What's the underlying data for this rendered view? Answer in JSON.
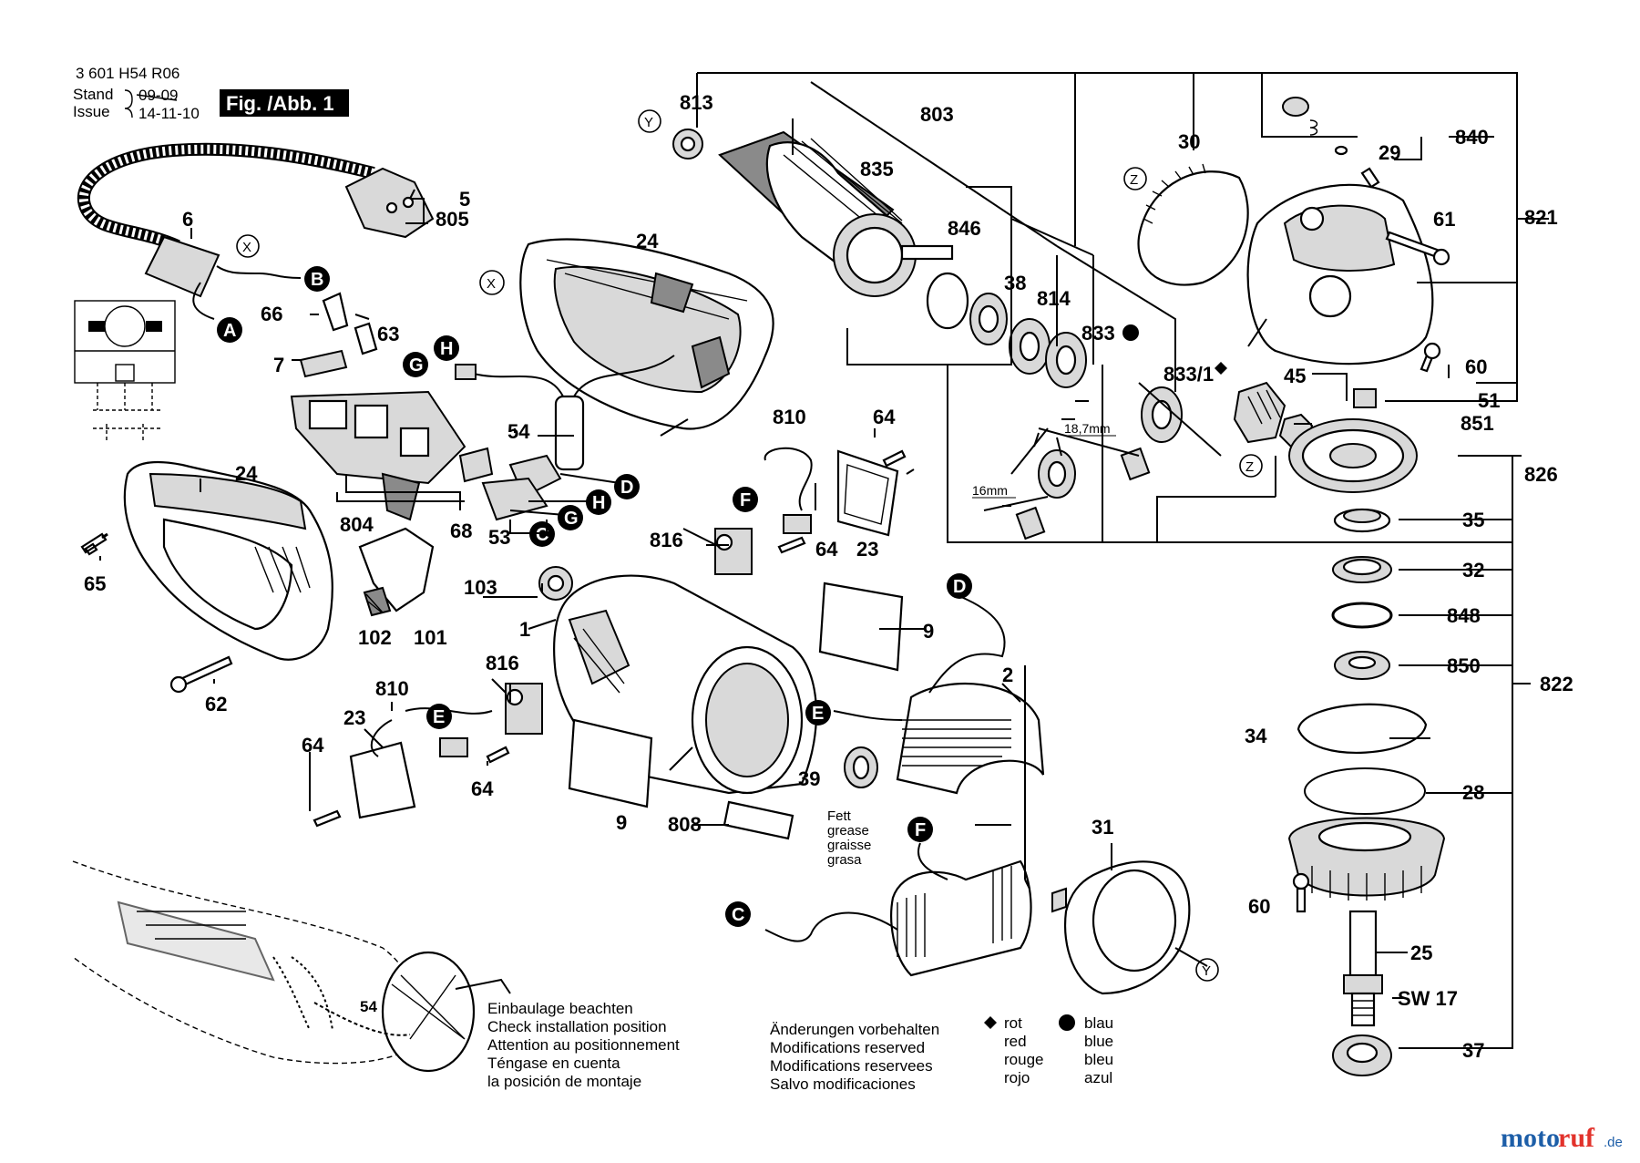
{
  "header": {
    "doc_number": "3 601 H54 R06",
    "stand_label": "Stand",
    "issue_label": "Issue",
    "date_old": "09-09",
    "date_new": "14-11-10",
    "figure_tag": "Fig. /Abb. 1"
  },
  "labels": {
    "p813": "813",
    "p803": "803",
    "p835": "835",
    "p30": "30",
    "p840": "840",
    "p29": "29",
    "p821": "821",
    "p61": "61",
    "p5": "5",
    "p805": "805",
    "p6": "6",
    "p24a": "24",
    "p846": "846",
    "p38": "38",
    "p814": "814",
    "p833": "833",
    "p8331": "833/1",
    "p45": "45",
    "p60a": "60",
    "p51": "51",
    "p851": "851",
    "p826": "826",
    "p66": "66",
    "p63": "63",
    "p7": "7",
    "p54": "54",
    "p810a": "810",
    "p64a": "64",
    "p24b": "24",
    "p804": "804",
    "p68": "68",
    "p53": "53",
    "p65": "65",
    "p816a": "816",
    "p64b": "64",
    "p23a": "23",
    "p103": "103",
    "p102": "102",
    "p101": "101",
    "p1": "1",
    "p9a": "9",
    "p62": "62",
    "p816b": "816",
    "p810b": "810",
    "p23b": "23",
    "p64c": "64",
    "p64d": "64",
    "p2": "2",
    "p39": "39",
    "p9b": "9",
    "p808": "808",
    "p31": "31",
    "p35": "35",
    "p32": "32",
    "p848": "848",
    "p850": "850",
    "p822": "822",
    "p34": "34",
    "p28": "28",
    "p60b": "60",
    "p25": "25",
    "sw17": "SW 17",
    "p37": "37",
    "p54c": "54",
    "dim_187": "18,7mm",
    "dim_16": "16mm"
  },
  "badges": {
    "a": "A",
    "b": "B",
    "c": "C",
    "d": "D",
    "e": "E",
    "f": "F",
    "g": "G",
    "h": "H"
  },
  "refs": {
    "x": "X",
    "y": "Y",
    "z": "Z"
  },
  "grease": [
    "Fett",
    "grease",
    "graisse",
    "grasa"
  ],
  "install_note": [
    "Einbaulage beachten",
    "Check installation position",
    "Attention au positionnement",
    "Téngase en cuenta",
    "la posición de montaje"
  ],
  "modification_note": [
    "Änderungen vorbehalten",
    "Modifications reserved",
    "Modifications reservees",
    "Salvo modificaciones"
  ],
  "legend": {
    "red": [
      "rot",
      "red",
      "rouge",
      "rojo"
    ],
    "blue": [
      "blau",
      "blue",
      "bleu",
      "azul"
    ]
  },
  "watermark": {
    "part1": "moto",
    "part2": "ruf",
    "tld": ".de"
  }
}
